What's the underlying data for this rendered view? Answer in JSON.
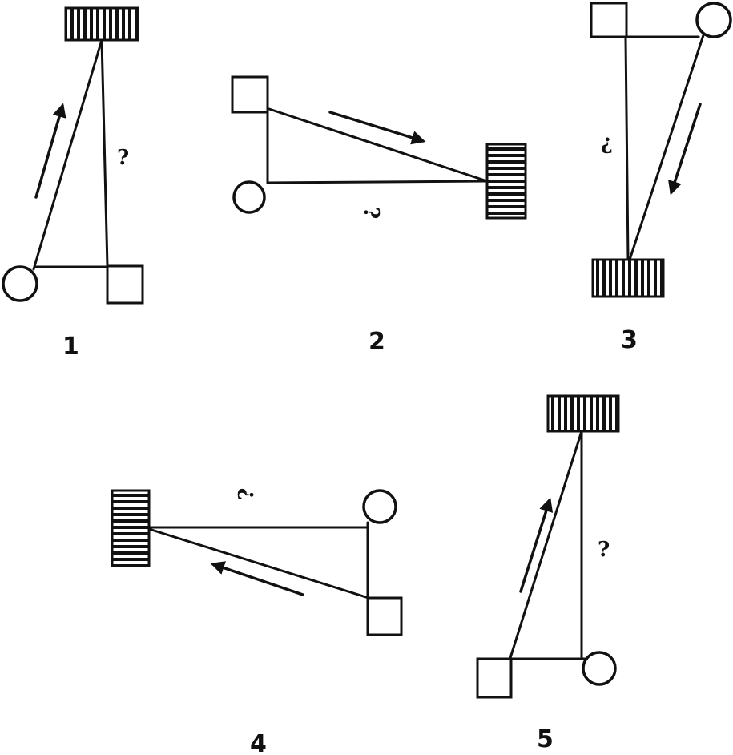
{
  "diagrams": [
    {
      "label": "1",
      "unknown_mark": "?"
    },
    {
      "label": "2",
      "unknown_mark": "?"
    },
    {
      "label": "3",
      "unknown_mark": "?"
    },
    {
      "label": "4",
      "unknown_mark": "?"
    },
    {
      "label": "5",
      "unknown_mark": "?"
    }
  ],
  "icons": {
    "circle": "circle-node-icon",
    "square": "square-node-icon",
    "hatched": "hatched-block-icon",
    "arrow": "direction-arrow-icon"
  }
}
